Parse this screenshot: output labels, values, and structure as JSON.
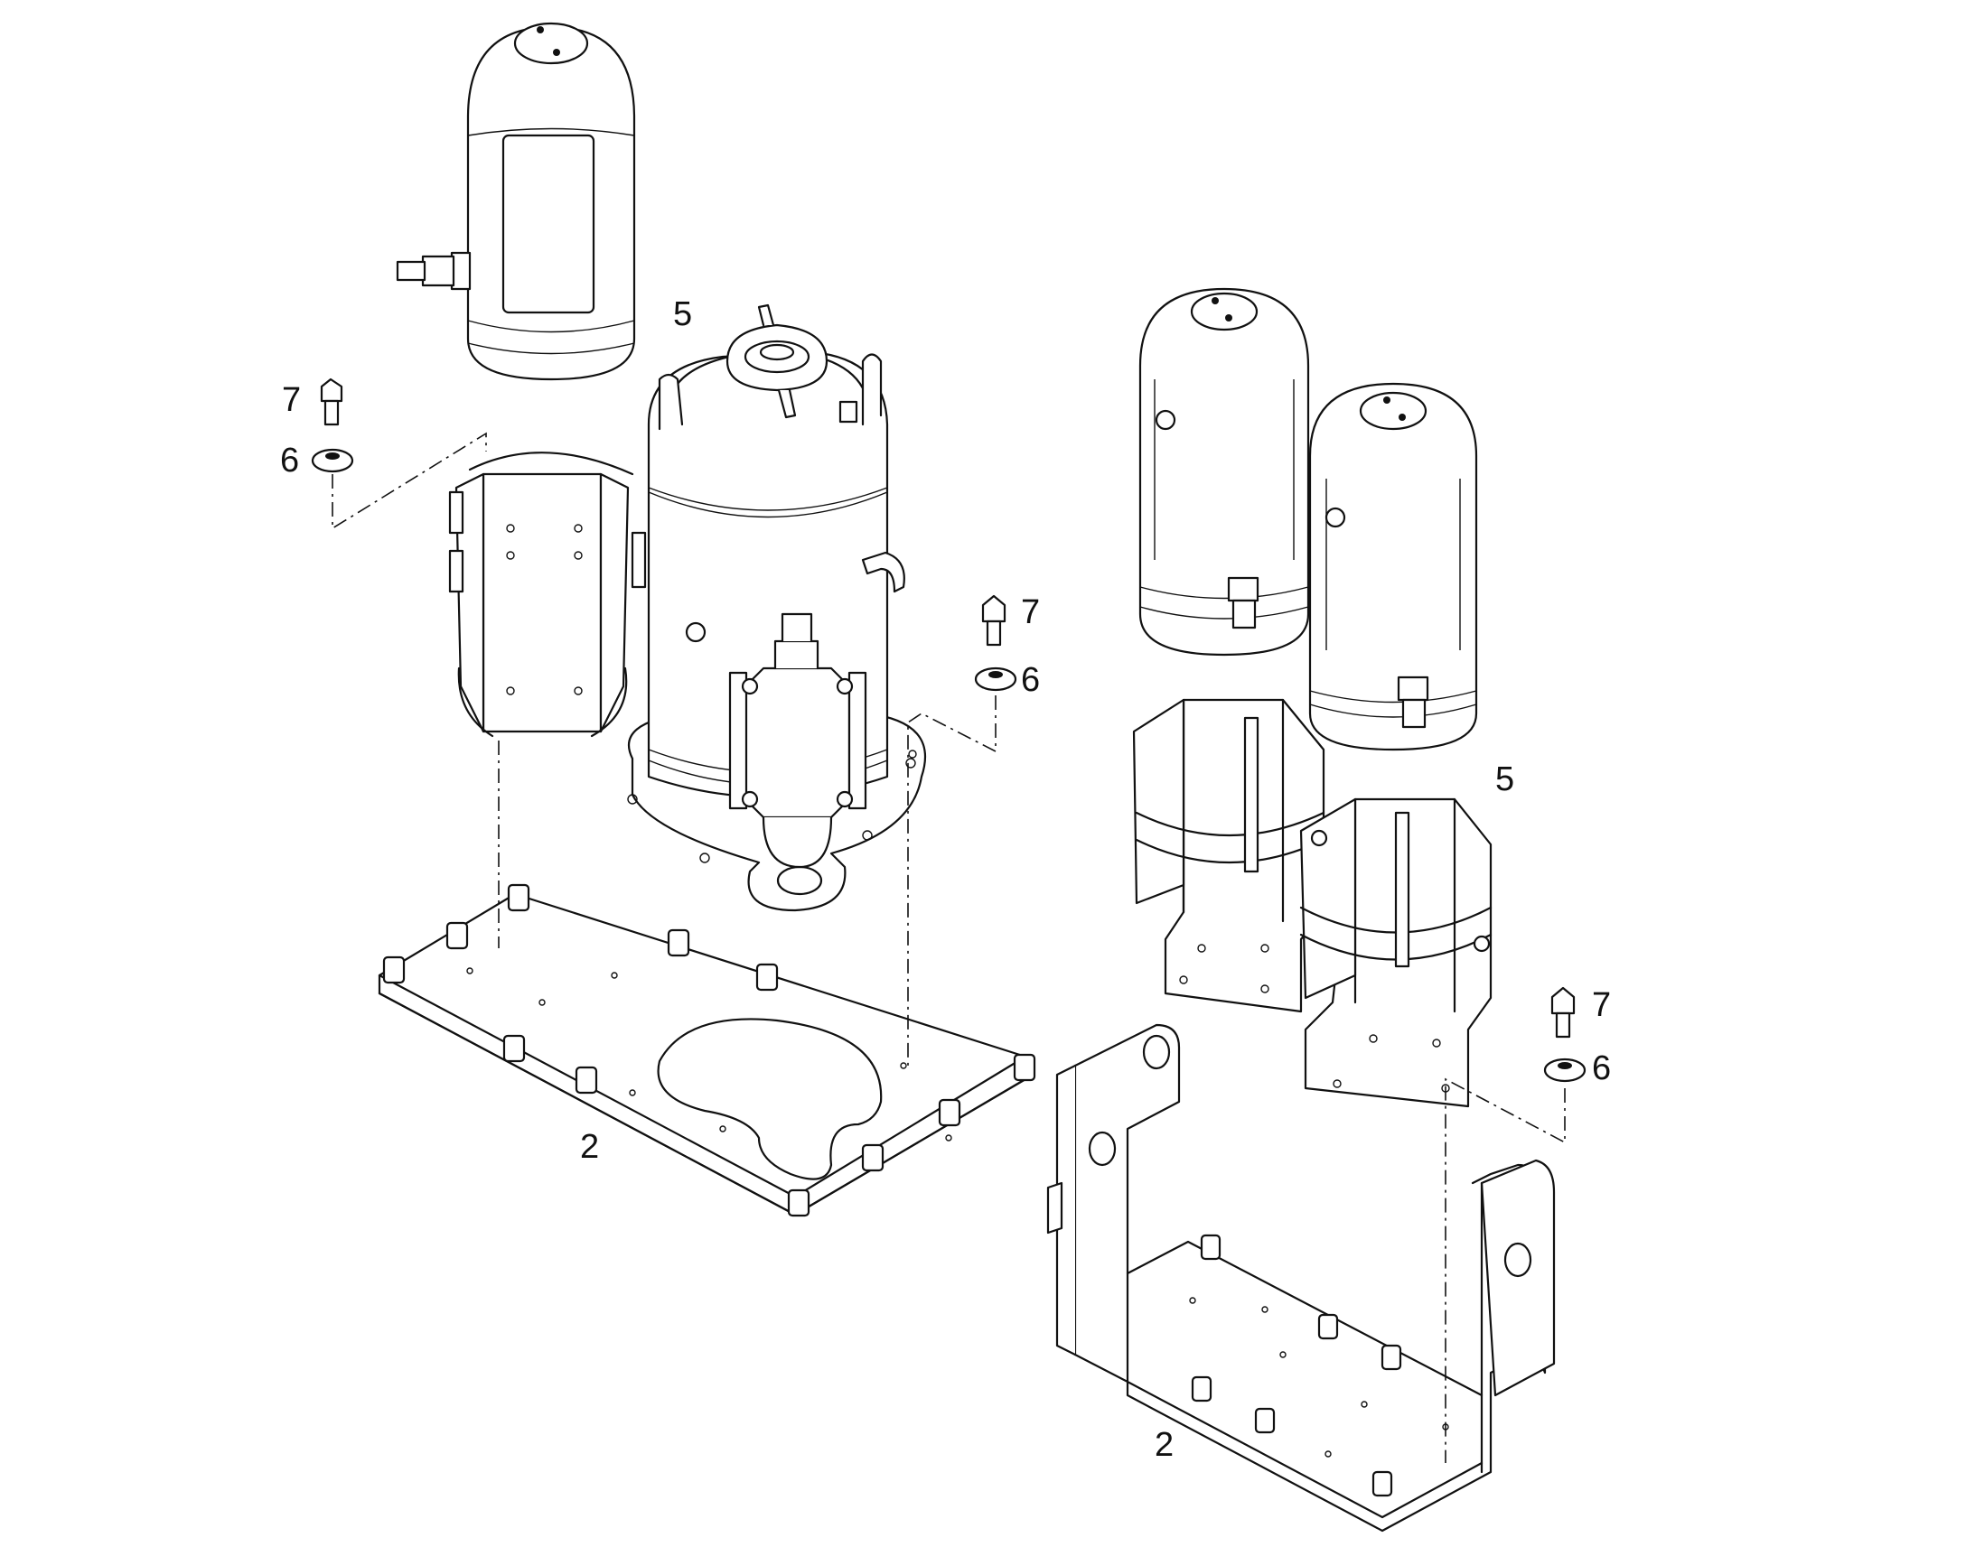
{
  "callouts": {
    "c5_left": "5",
    "c5_right": "5",
    "c7_a": "7",
    "c6_a": "6",
    "c7_b": "7",
    "c6_b": "6",
    "c7_c": "7",
    "c6_c": "6",
    "c2_left": "2",
    "c2_right": "2"
  }
}
